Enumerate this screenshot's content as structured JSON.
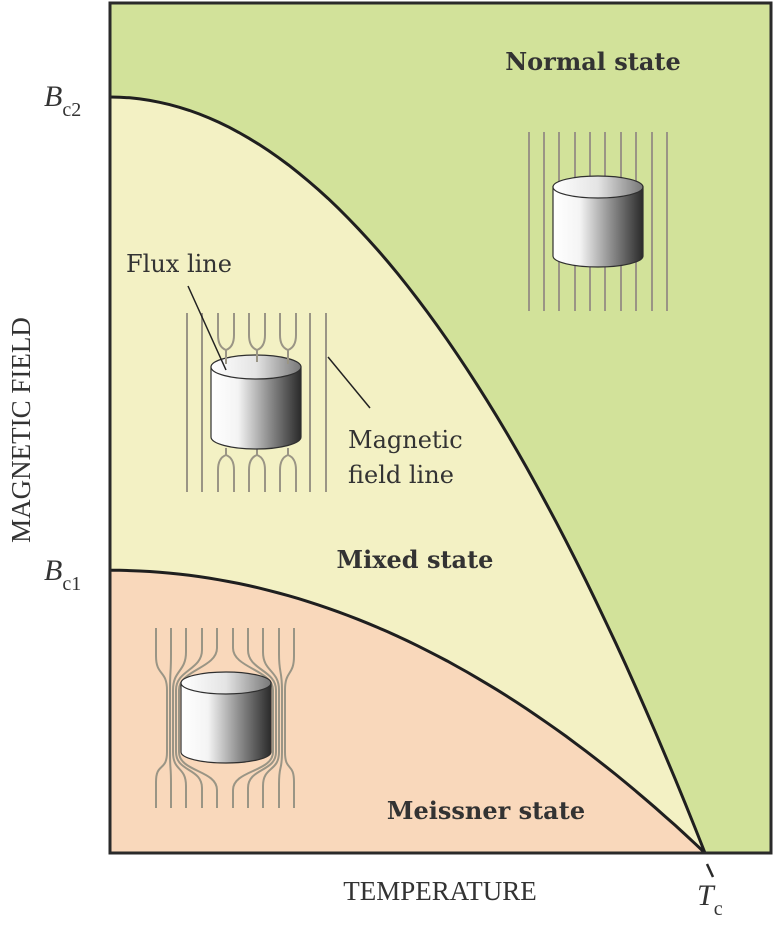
{
  "title": "Phase diagram of a type-II superconductor",
  "axes": {
    "x_label": "TEMPERATURE",
    "y_label": "MAGNETIC FIELD",
    "tc_symbol": "T",
    "tc_subscript": "c",
    "bc1_symbol": "B",
    "bc1_subscript": "c1",
    "bc2_symbol": "B",
    "bc2_subscript": "c2"
  },
  "regions": [
    {
      "id": "normal",
      "label": "Normal state",
      "color": "#d2e29a"
    },
    {
      "id": "mixed",
      "label": "Mixed state",
      "color": "#f3f1c4"
    },
    {
      "id": "meissner",
      "label": "Meissner state",
      "color": "#f9d8bb"
    }
  ],
  "annotations": {
    "flux_line": "Flux line",
    "magnetic_field_line_1": "Magnetic",
    "magnetic_field_line_2": "field line"
  },
  "curves": {
    "bc2_relative": 1.0,
    "bc1_relative": 0.374,
    "model": "B(T) = Bc * (1 - (T/Tc)^2)"
  },
  "colors": {
    "frame": "#2a2a2a",
    "field_line": "#9a9585",
    "curve": "#1f1f1f"
  }
}
